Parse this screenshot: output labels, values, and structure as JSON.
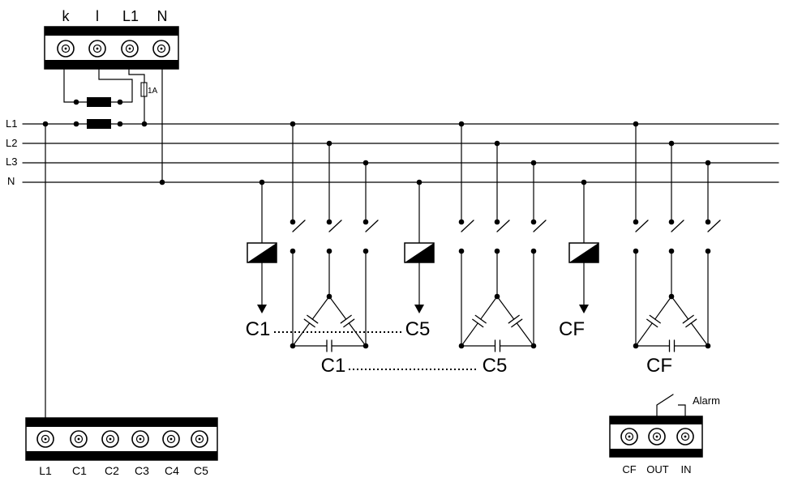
{
  "colors": {
    "ink": "#000000",
    "background": "#ffffff"
  },
  "top_block": {
    "terminals": [
      "k",
      "l",
      "L1",
      "N"
    ],
    "fuse_label": "1A"
  },
  "bus_lines": [
    "L1",
    "L2",
    "L3",
    "N"
  ],
  "groups": [
    {
      "coil_label": "C1",
      "bank_label": "C1"
    },
    {
      "coil_label": "C5",
      "bank_label": "C5"
    },
    {
      "coil_label": "CF",
      "bank_label": "CF"
    }
  ],
  "output_block": {
    "terminals": [
      "L1",
      "C1",
      "C2",
      "C3",
      "C4",
      "C5"
    ]
  },
  "alarm_block": {
    "terminals": [
      "CF",
      "OUT",
      "IN"
    ],
    "contact_label": "Alarm"
  }
}
